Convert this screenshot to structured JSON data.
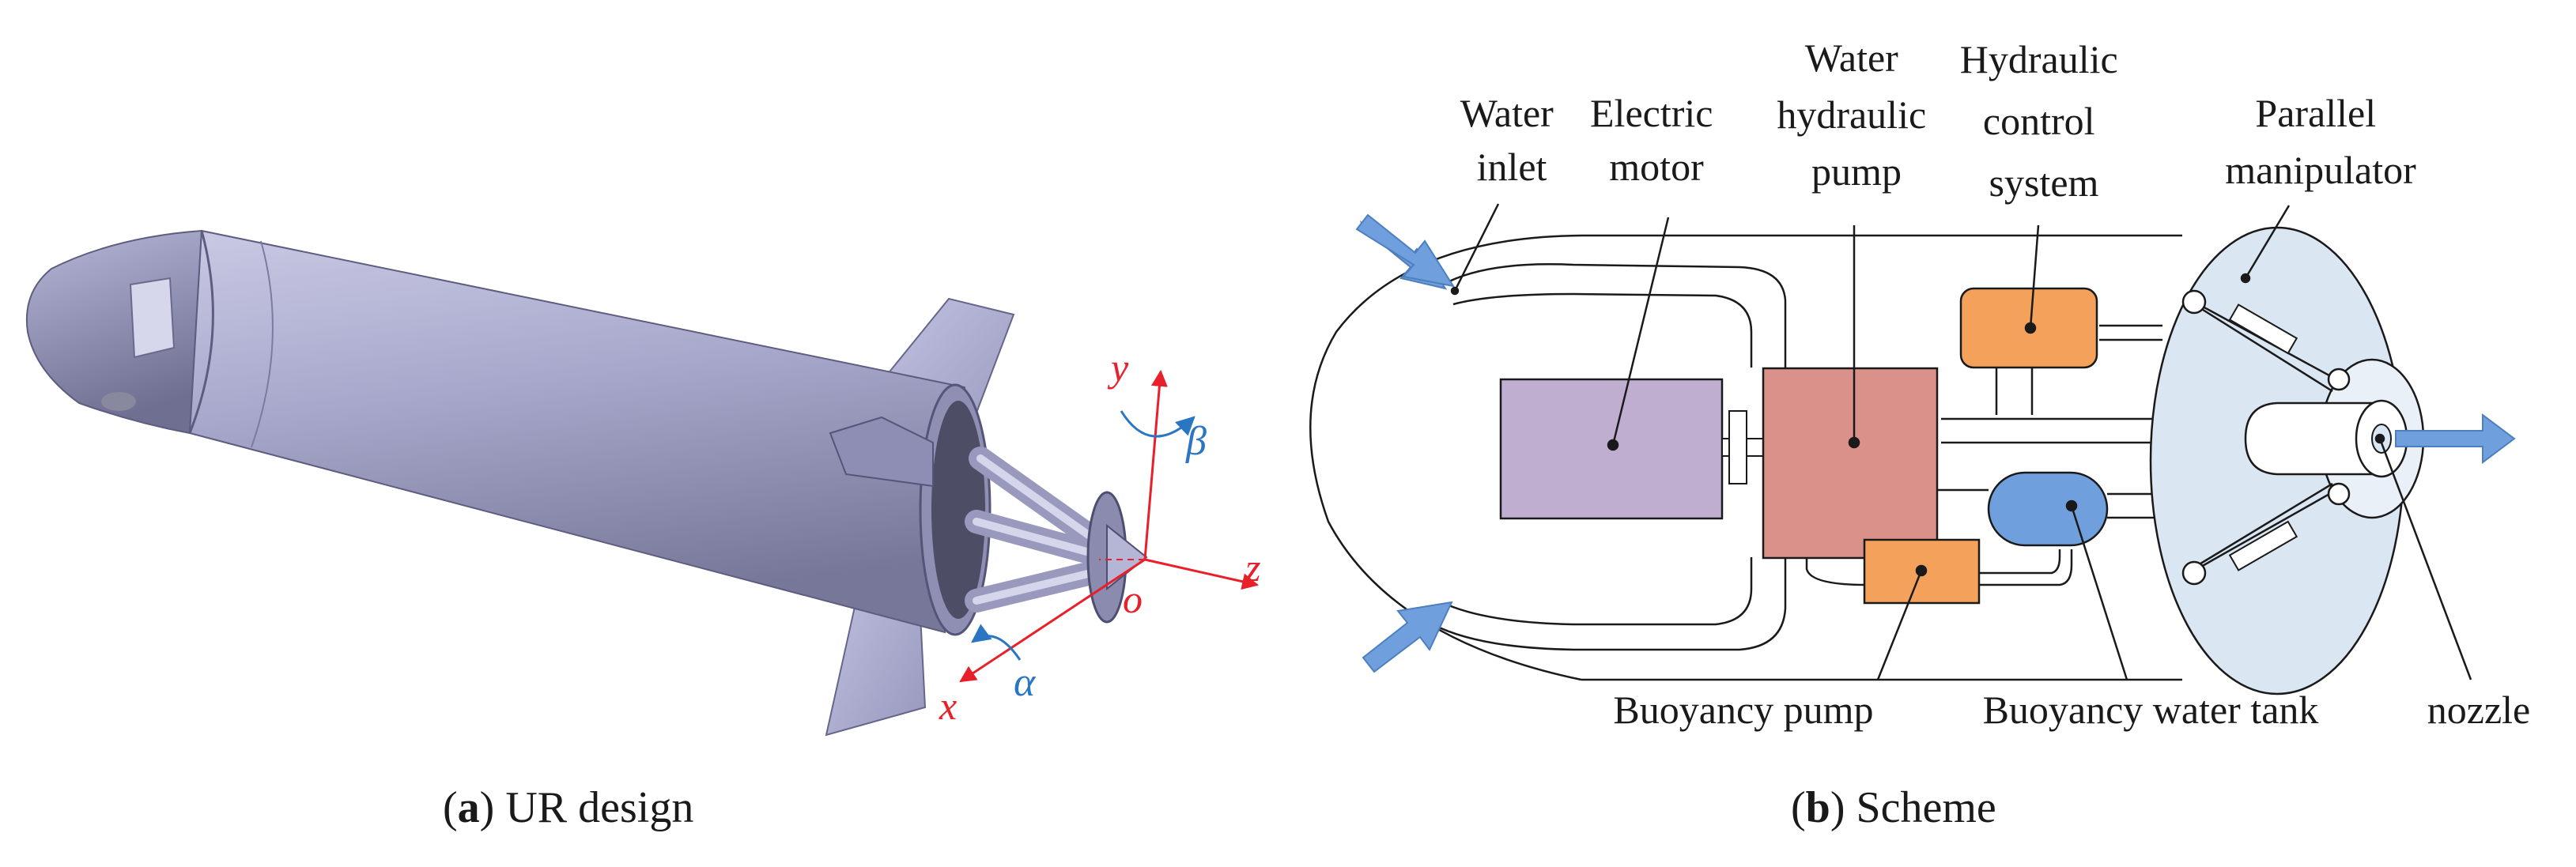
{
  "panel_a": {
    "caption_letter": "a",
    "caption_text": "UR design",
    "axes": {
      "x": "x",
      "y": "y",
      "z": "z",
      "origin": "o",
      "alpha": "α",
      "beta": "β"
    }
  },
  "panel_b": {
    "caption_letter": "b",
    "caption_text": "Scheme",
    "labels": {
      "water_inlet": [
        "Water",
        "inlet"
      ],
      "electric_motor": [
        "Electric",
        "motor"
      ],
      "water_hydraulic_pump": [
        "Water",
        "hydraulic",
        "pump"
      ],
      "hydraulic_control_system": [
        "Hydraulic",
        "control",
        "system"
      ],
      "parallel_manipulator": [
        "Parallel",
        "manipulator"
      ],
      "buoyancy_pump": "Buoyancy pump",
      "buoyancy_water_tank": "Buoyancy water tank",
      "nozzle": "nozzle"
    }
  },
  "colors": {
    "motor": "#bfaed0",
    "pump": "#d9918a",
    "orange": "#f4a15c",
    "tank": "#6f9fdc",
    "manipulator": "#dbe6f3",
    "flow_arrow": "#6f9fdc",
    "axis_red": "#e8202a",
    "axis_blue": "#2a76c2",
    "body": "#a9a9cc"
  }
}
